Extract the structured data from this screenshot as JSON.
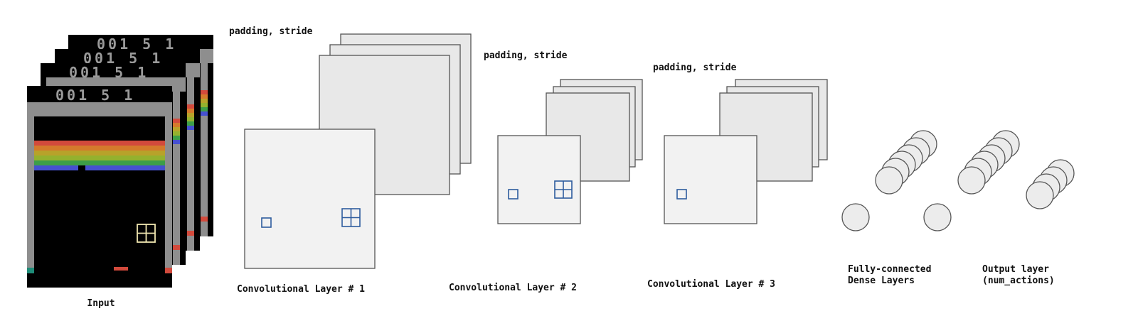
{
  "input": {
    "label": "Input",
    "frames": [
      {
        "score": "001 5 1"
      },
      {
        "score": "001 5 1"
      },
      {
        "score": "001 5 1"
      },
      {
        "score": "001 5 1"
      }
    ],
    "brick_colors": [
      "#d24a3c",
      "#d47a2c",
      "#b8a22a",
      "#94b12e",
      "#3d9e48",
      "#4650d0"
    ]
  },
  "conv_layers": [
    {
      "label": "Convolutional Layer # 1",
      "note": "padding, stride"
    },
    {
      "label": "Convolutional Layer # 2",
      "note": "padding, stride"
    },
    {
      "label": "Convolutional Layer # 3",
      "note": "padding, stride"
    }
  ],
  "dense": {
    "label_line1": "Fully-connected",
    "label_line2": "Dense Layers"
  },
  "output": {
    "label_line1": "Output layer",
    "label_line2": "(num_actions)"
  },
  "colors": {
    "kernel": "#2e5c9e",
    "fmap_fill": "#f2f2f2",
    "outline": "#555555"
  }
}
